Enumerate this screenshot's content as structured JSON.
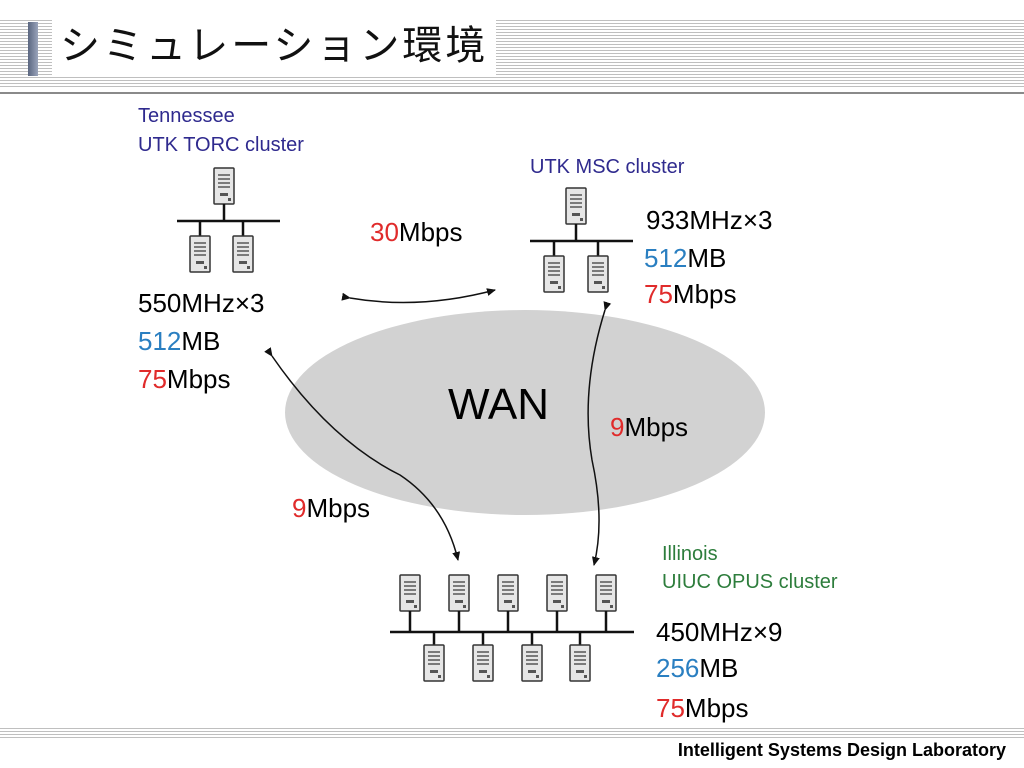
{
  "title": "シミュレーション環境",
  "footer": "Intelligent Systems Design Laboratory",
  "wan_label": "WAN",
  "tennessee": {
    "region": "Tennessee",
    "cluster": "UTK TORC cluster",
    "cpu": "550MHz×3",
    "mem_num": "512",
    "mem_unit": "MB",
    "bw_num": "75",
    "bw_unit": "Mbps"
  },
  "msc": {
    "cluster": "UTK MSC cluster",
    "cpu": "933MHz×3",
    "mem_num": "512",
    "mem_unit": "MB",
    "bw_num": "75",
    "bw_unit": "Mbps"
  },
  "illinois": {
    "region": "Illinois",
    "cluster": "UIUC OPUS cluster",
    "cpu": "450MHz×9",
    "mem_num": "256",
    "mem_unit": "MB",
    "bw_num": "75",
    "bw_unit": "Mbps"
  },
  "links": {
    "torc_msc": {
      "num": "30",
      "unit": "Mbps"
    },
    "torc_opus": {
      "num": "9",
      "unit": "Mbps"
    },
    "msc_opus": {
      "num": "9",
      "unit": "Mbps"
    }
  },
  "colors": {
    "number_red": "#e02b2b",
    "number_blue": "#2a7fc1",
    "region_blue": "#2f2a8e",
    "region_green": "#2d7d3c",
    "wan_fill": "#d2d2d2"
  }
}
